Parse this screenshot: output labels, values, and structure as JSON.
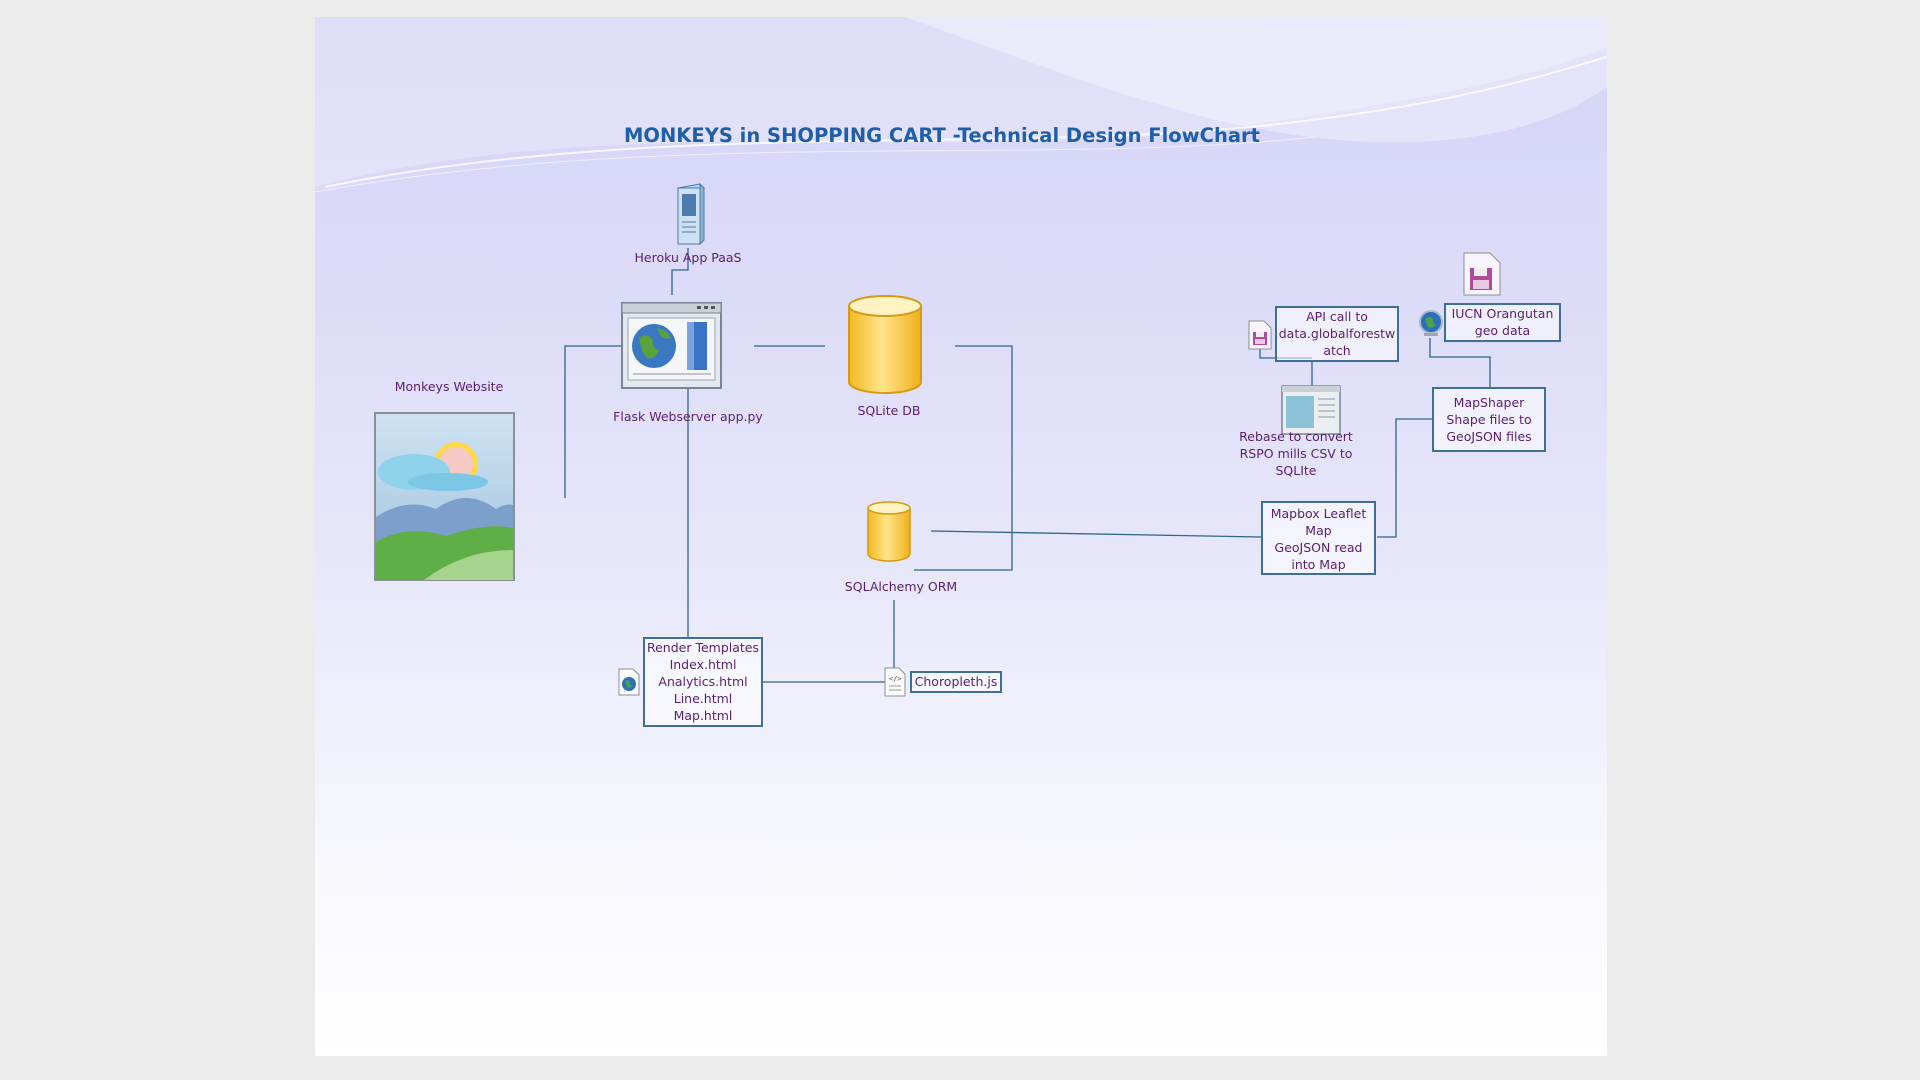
{
  "title": "MONKEYS in SHOPPING CART -Technical Design FlowChart",
  "nodes": {
    "heroku": "Heroku App PaaS",
    "flask": "Flask Webserver app.py",
    "sqlite": "SQLite DB",
    "website": "Monkeys Website",
    "sqlalchemy": "SQLAlchemy ORM",
    "templates": "Render Templates\nIndex.html\nAnalytics.html\nLine.html\nMap.html",
    "choropleth": "Choropleth.js",
    "api": "API call to\ndata.globalforestw\natch",
    "iucn": "IUCN Orangutan\ngeo data",
    "rebase": "Rebase to convert\nRSPO mills CSV to\nSQLIte",
    "mapshaper": "MapShaper\nShape files to\nGeoJSON files",
    "mapbox": "Mapbox Leaflet\nMap\nGeoJSON  read\ninto Map"
  },
  "icons": [
    "server-icon",
    "browser-globe-icon",
    "database-large-icon",
    "database-small-icon",
    "picture-icon",
    "globe-file-icon",
    "script-file-icon",
    "floppy-file-icon",
    "floppy-large-icon",
    "globe-small-icon",
    "window-icon"
  ],
  "colors": {
    "title": "#1f5fa8",
    "label": "#5a1f6e",
    "box_border": "#3f6f96",
    "connector": "#2f6687"
  }
}
